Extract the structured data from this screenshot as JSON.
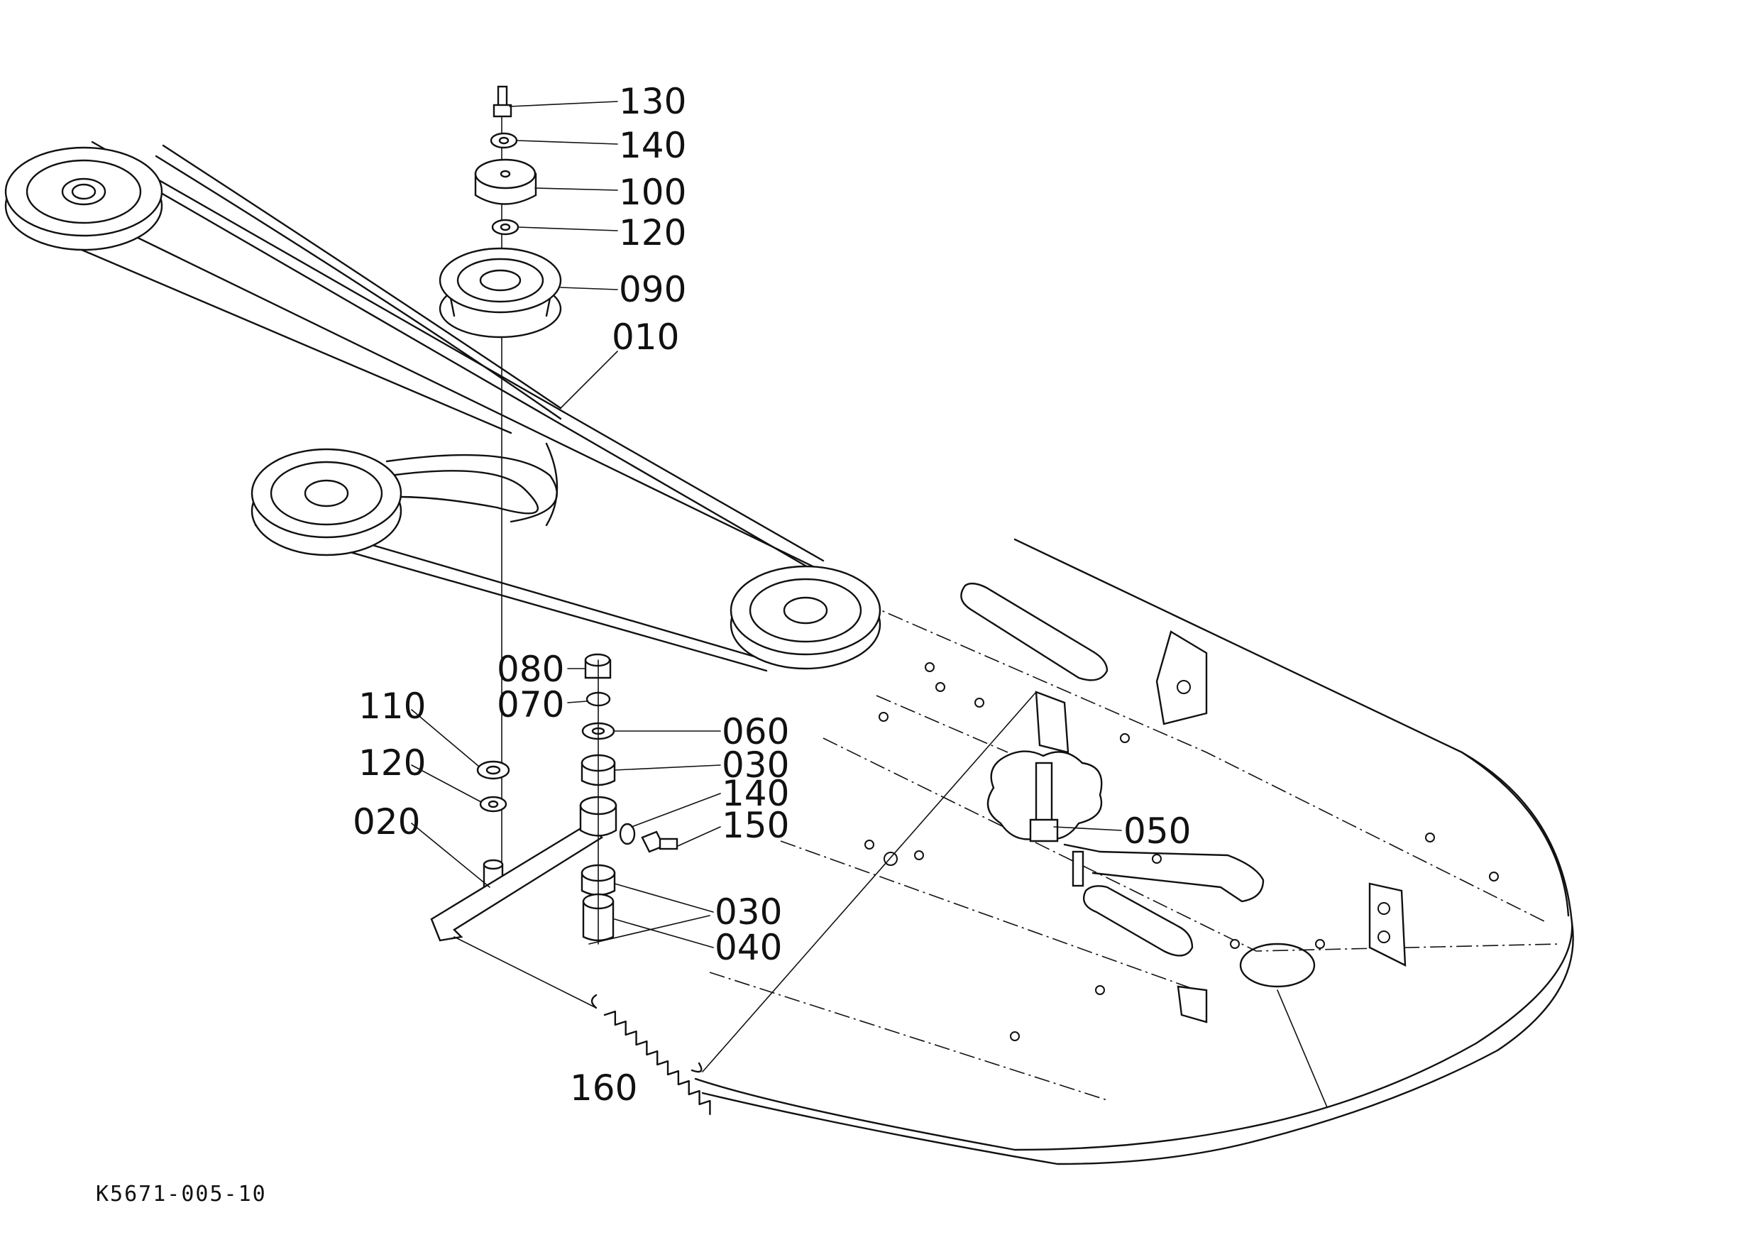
{
  "diagram": {
    "labels": {
      "l130": "130",
      "l140a": "140",
      "l100": "100",
      "l120a": "120",
      "l090": "090",
      "l010": "010",
      "l080": "080",
      "l070": "070",
      "l110": "110",
      "l060": "060",
      "l030a": "030",
      "l120b": "120",
      "l140b": "140",
      "l020": "020",
      "l150": "150",
      "l050": "050",
      "l030b": "030",
      "l040": "040",
      "l160": "160"
    },
    "figure_code": "K5671-005-10"
  }
}
